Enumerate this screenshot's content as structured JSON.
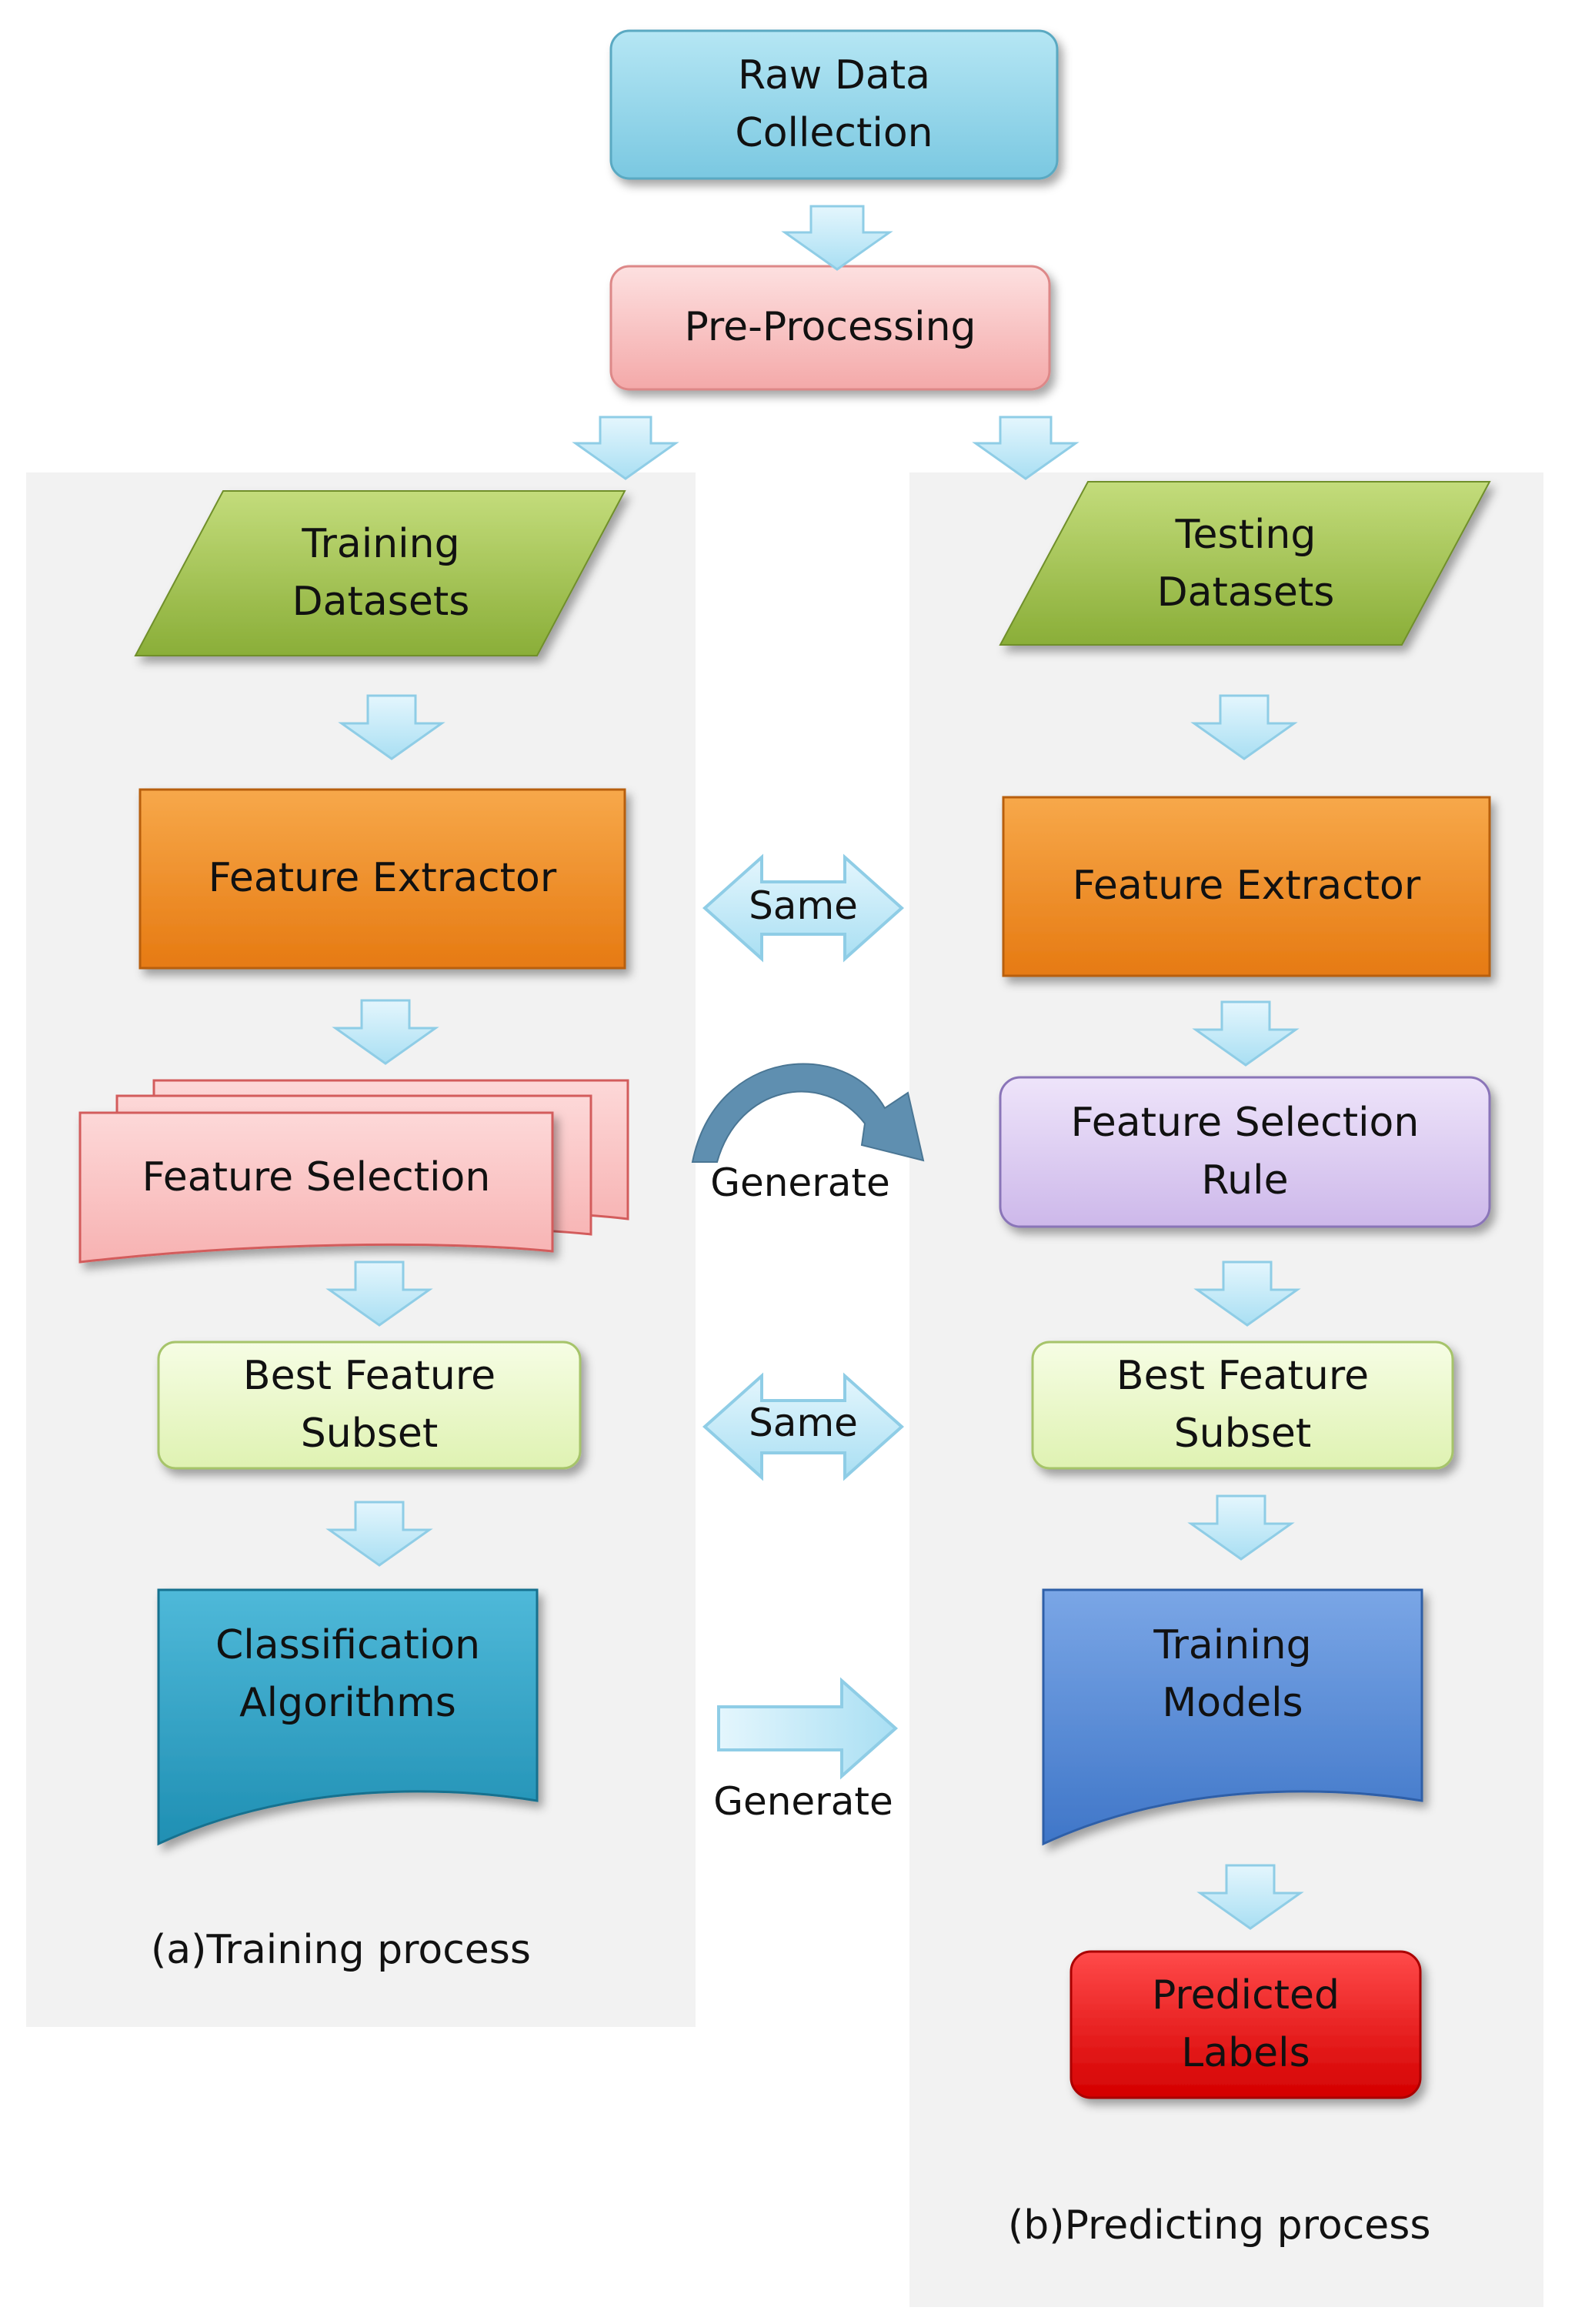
{
  "top": {
    "raw_data": "Raw Data\nCollection",
    "pre_processing": "Pre-Processing"
  },
  "training": {
    "datasets": "Training\nDatasets",
    "feature_extractor": "Feature  Extractor",
    "feature_selection": "Feature  Selection",
    "best_feature_subset": "Best Feature\nSubset",
    "classification": "Classification\nAlgorithms",
    "caption": "(a)Training  process"
  },
  "predicting": {
    "datasets": "Testing\nDatasets",
    "feature_extractor": "Feature  Extractor",
    "feature_selection_rule": "Feature  Selection\nRule",
    "best_feature_subset": "Best Feature\nSubset",
    "training_models": "Training\nModels",
    "predicted_labels": "Predicted\nLabels",
    "caption": "(b)Predicting  process"
  },
  "links": {
    "same_1": "Same",
    "generate_1": "Generate",
    "same_2": "Same",
    "generate_2": "Generate"
  },
  "colors": {
    "panel": "#f2f2f2",
    "raw_data": "#8fd3e8",
    "pre_processing": "#f9c4c4",
    "datasets": "#9bbb4a",
    "feature_extractor": "#f08c22",
    "feature_selection": "#f9c0c0",
    "feature_selection_rule": "#d9c6ef",
    "best_feature_subset": "#e9f7c6",
    "classification": "#2ea3c7",
    "training_models": "#5b8fd9",
    "predicted_labels": "#ee1111",
    "arrow": "#bfe7f7"
  }
}
